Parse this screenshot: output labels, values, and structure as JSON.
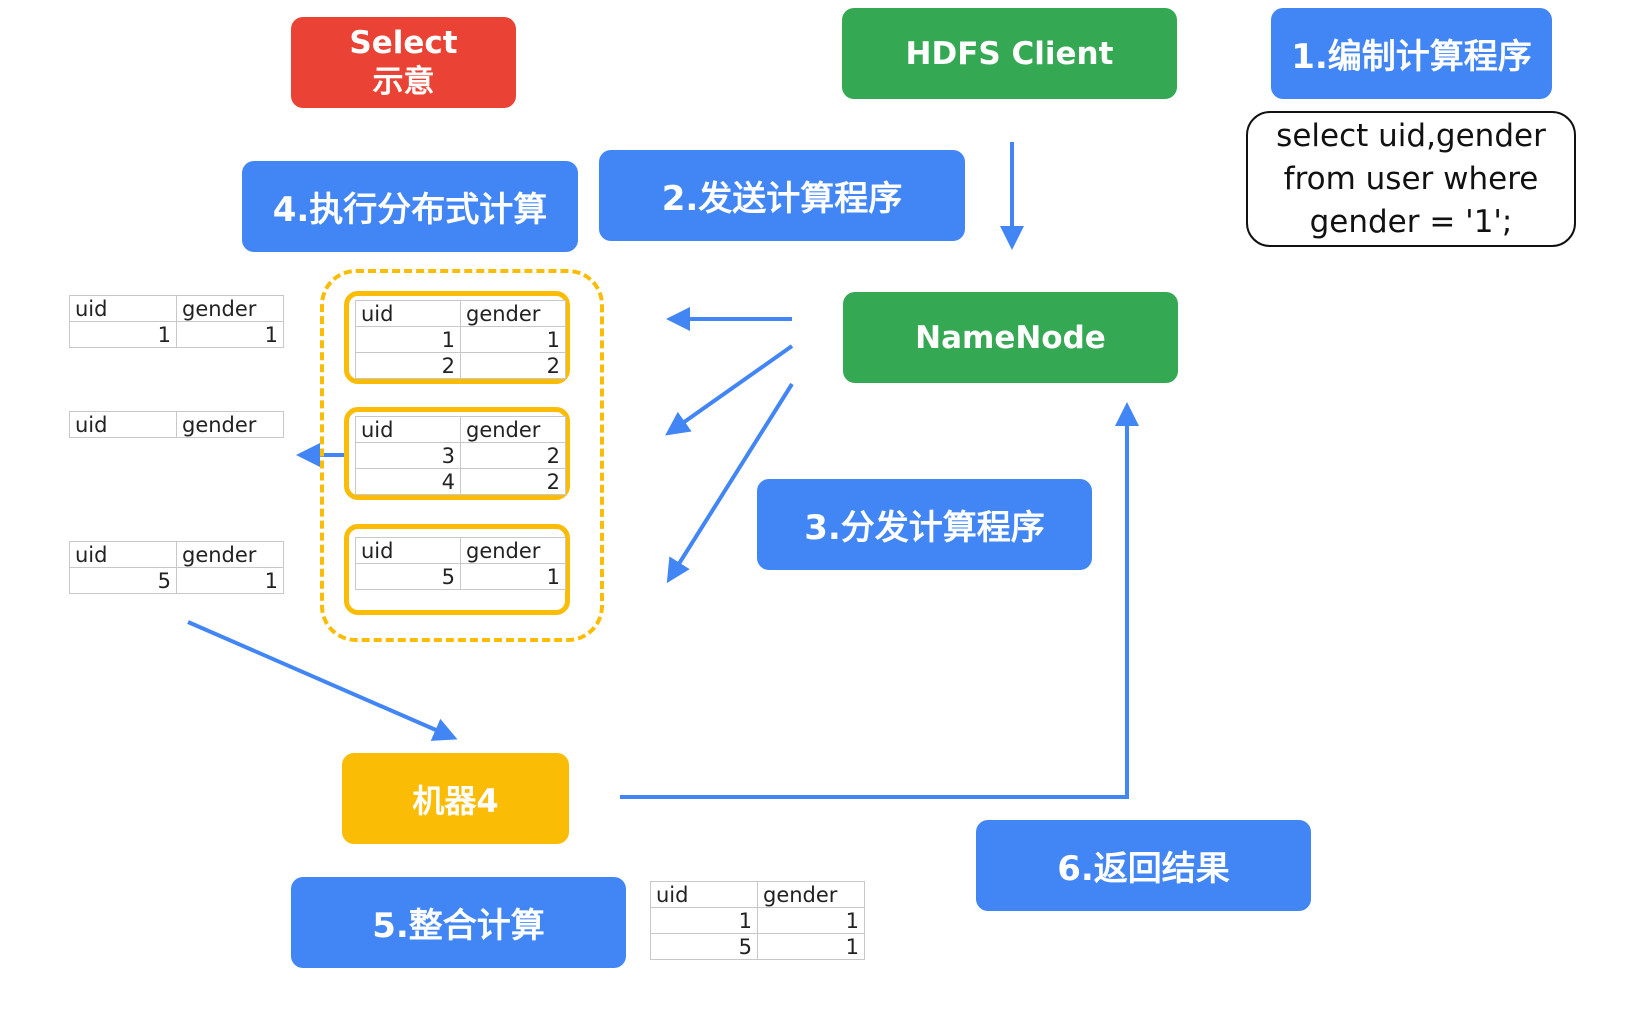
{
  "labels": {
    "select_demo_line1": "Select",
    "select_demo_line2": "示意",
    "hdfs_client": "HDFS Client",
    "namenode": "NameNode",
    "machine4": "机器4"
  },
  "steps": {
    "step1": "1.编制计算程序",
    "step2": "2.发送计算程序",
    "step3": "3.分发计算程序",
    "step4": "4.执行分布式计算",
    "step5": "5.整合计算",
    "step6": "6.返回结果"
  },
  "query": {
    "line1": "select uid,gender",
    "line2": "from user where",
    "line3": "gender = '1';"
  },
  "tables": {
    "columns": [
      "uid",
      "gender"
    ],
    "shard1": [
      [
        "1",
        "1"
      ],
      [
        "2",
        "2"
      ]
    ],
    "shard2": [
      [
        "3",
        "2"
      ],
      [
        "4",
        "2"
      ]
    ],
    "shard3": [
      [
        "5",
        "1"
      ]
    ],
    "filtered1": [
      [
        "1",
        "1"
      ]
    ],
    "filtered2": [],
    "filtered3": [
      [
        "5",
        "1"
      ]
    ],
    "result": [
      [
        "1",
        "1"
      ],
      [
        "5",
        "1"
      ]
    ]
  },
  "colors": {
    "red": "#ea4335",
    "green": "#34a853",
    "blue": "#4285f4",
    "yellow": "#fbbc05"
  }
}
